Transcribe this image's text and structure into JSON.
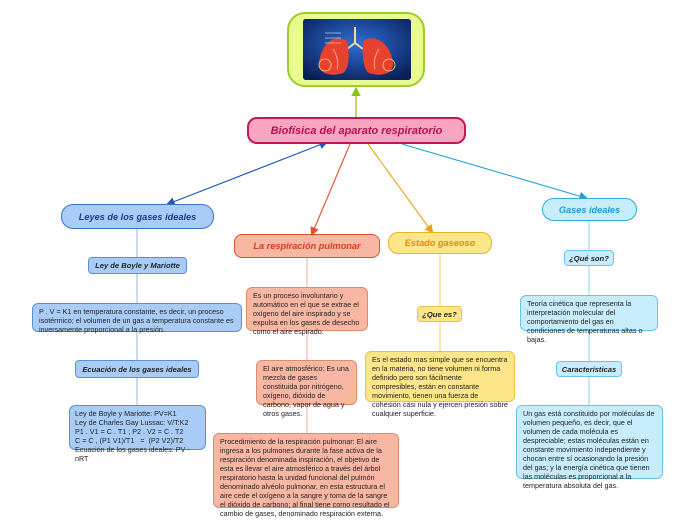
{
  "colors": {
    "central_fill": "#f8a5c2",
    "central_border": "#c2185b",
    "leyes_color": "#1f56b9",
    "respiracion_color": "#e0502a",
    "estado_color": "#f2a011",
    "gases_color": "#1ba1db",
    "image_link": "#8bc21c"
  },
  "image": {
    "icon": "lungs-illustration-icon"
  },
  "central": {
    "title": "Biofísica del aparato respiratorio"
  },
  "leyes": {
    "title": "Leyes de los gases ideales",
    "boyle_label": "Ley de Boyle y Mariotte",
    "boyle_text": "P . V = K1 en temperatura constante, es decir, un proceso isotérmico; el volumen de un gas a temperatura constante es inversamente proporcional a la presión.",
    "ecuacion_label": "Ecuación de los gases ideales",
    "ecuacion_lines": [
      "Ley de Boyle y Mariotte: PV=K1",
      "Ley de Charles Gay Lussac: V/T:K2",
      "P1 . V1 = C . T1 ; P2 . V2 = C . T2",
      "C = C , (P1 V1)/T1   =  (P2 V2)/T2",
      "Ecuación de los gases ideales: PV - nRT"
    ]
  },
  "respiracion": {
    "title": "La respiración pulmonar",
    "text1": "Es un proceso involuntario y automático en el que se extrae el oxígeno del aire inspirado y se expulsa en los gases de desecho como el aire espirado.",
    "text2": "El aire atmosférico: Es una mezcla de gases constituida por nitrógeno, oxígeno, dióxido de carbono, vapor de agua y otros gases.",
    "text3": "Procedimiento de la respiración pulmonar: El aire ingresa a los pulmones durante la fase activa de la respiración denominada inspiración, el objetivo de esta es llevar el aire atmosférico a través del árbol respiratorio hasta la unidad funcional del pulmón denominado alvéolo pulmonar, en esta estructura el aire cede el oxígeno a la sangre y toma de la sangre el dióxido de carbono; al final tiene como resultado el cambio de gases, denominado respiración externa."
  },
  "estado": {
    "title": "Estado gaseoso",
    "que_label": "¿Que es?",
    "text": "Es el estado mas simple que se encuentra en la materia, no tiene volumen ni forma definido pero son fácilmente compresibles, están en constante movimiento, tienen una fuerza de cohesión casi nula y ejercen presión sobre cualquier superficie."
  },
  "gases": {
    "title": "Gases ideales",
    "que_label": "¿Qué son?",
    "que_text": "Teoría cinética que representa la interpretación molecular del comportamiento del gas en condiciones de temperaturas altas o bajas.",
    "carac_label": "Características",
    "carac_text": "Un gas está constituido por moléculas de volumen pequeño, es decir, que el volumen de cada molécula es despreciable; estas moléculas están en constante movimiento independiente y chocan entre sí ocasionando la presión del gas; y la energía cinética que tienen las moléculas es proporcional a la temperatura absoluta del gas."
  }
}
